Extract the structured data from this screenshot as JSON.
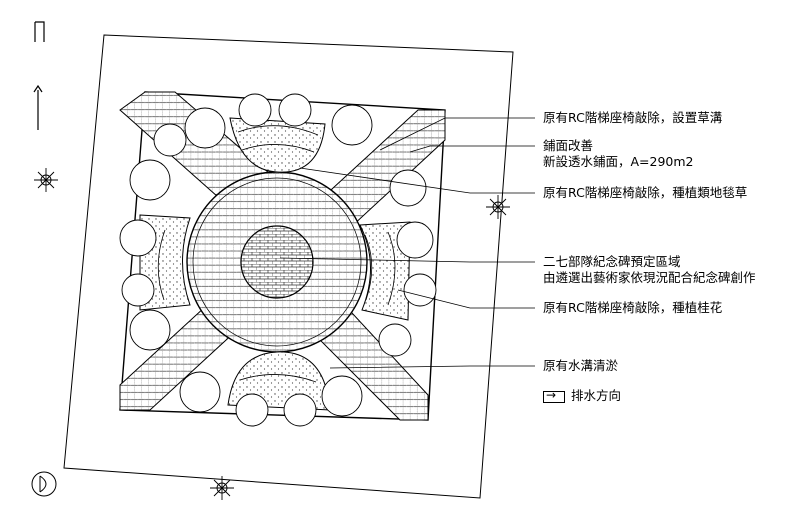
{
  "annotations": [
    {
      "text": "原有RC階梯座椅敲除，設置草溝"
    },
    {
      "text": "鋪面改善"
    },
    {
      "text": "新設透水鋪面，A=290m2"
    },
    {
      "text": "原有RC階梯座椅敲除，種植類地毯草"
    },
    {
      "text": "二七部隊紀念碑預定區域"
    },
    {
      "text": "由遴選出藝術家依現況配合紀念碑創作"
    },
    {
      "text": "原有RC階梯座椅敲除，種植桂花"
    },
    {
      "text": "原有水溝清淤"
    }
  ],
  "legend": {
    "drain_direction": "排水方向"
  },
  "symbols": [
    "north-arrow-icon",
    "section-marker-icon",
    "door-marker-icon",
    "sun-symbol-icon"
  ]
}
